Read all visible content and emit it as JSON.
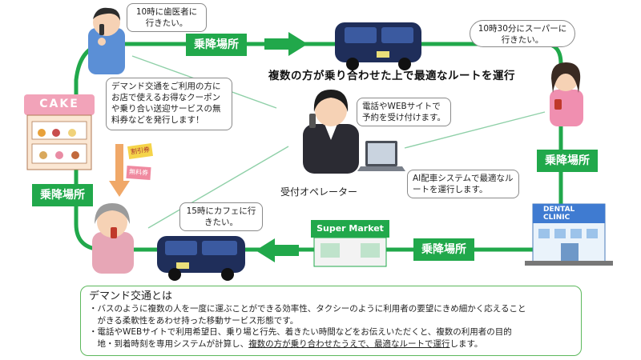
{
  "bubbles": {
    "top_left": "10時に歯医者に行きたい。",
    "top_right": "10時30分にスーパーに行きたい。",
    "coupon": "デマンド交通をご利用の方にお店で使えるお得なクーポンや乗り合い送迎サービスの無料券などを発行します！",
    "reception": "電話やWEBサイトで予約を受け付けます。",
    "ai": "AI配車システムで最適なルートを運行します。",
    "bottom_left": "15時にカフェに行きたい。"
  },
  "stops": {
    "top": "乗降場所",
    "right": "乗降場所",
    "left": "乗降場所",
    "bottom": "乗降場所"
  },
  "headline": "複数の方が乗り合わせた上で最適なルートを運行",
  "operator_label": "受付オペレーター",
  "shops": {
    "cake": "CAKE",
    "coupon1": "割引券",
    "coupon2": "無料券",
    "clinic_line1": "DENTAL",
    "clinic_line2": "CLINIC",
    "supermarket": "Super Market"
  },
  "info": {
    "title": "デマンド交通とは",
    "line1": "・バスのように複数の人を一度に運ぶことができる効率性、タクシーのように利用者の要望にきめ細かく応えること",
    "line2": "　がきる柔軟性をあわせ持った移動サービス形態です。",
    "line3": "・電話やWEBサイトで利用希望日、乗り場と行先、着きたい時間などをお伝えいただくと、複数の利用者の目的",
    "line4a": "　地・到着時刻を専用システムが計算し、",
    "line4b": "複数の方が乗り合わせたうえで、最適なルートで運行",
    "line4c": "します。"
  },
  "colors": {
    "route": "#21a84b",
    "van": "#1f2e5a",
    "coupon_arrow": "#f0a868",
    "dashed": "#8fd0a8"
  }
}
